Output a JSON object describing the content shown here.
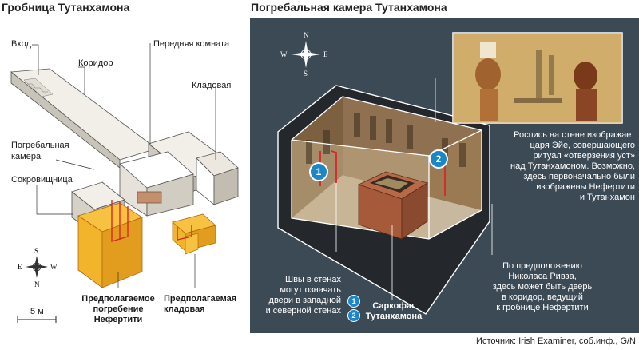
{
  "left": {
    "title": "Гробница Тутанхамона",
    "labels": {
      "entrance": "Вход",
      "corridor": "Коридор",
      "antechamber": "Передняя комната",
      "storeroom": "Кладовая",
      "burial_1": "Погребальная",
      "burial_2": "камера",
      "treasury": "Сокровищница",
      "nef_1": "Предполагаемое",
      "nef_2": "погребение",
      "nef_3": "Нефертити",
      "store2_1": "Предполагаемая",
      "store2_2": "кладовая",
      "scale": "5 м"
    },
    "compass": {
      "top": "S",
      "bottom": "N",
      "left": "E",
      "right": "W"
    }
  },
  "right": {
    "title": "Погребальная камера Тутанхамона",
    "compass": {
      "top": "N",
      "bottom": "S",
      "left": "W",
      "right": "E"
    },
    "markers": {
      "one": "1",
      "two": "2"
    },
    "mural_text": [
      "Роспись на стене изображает",
      "царя Эйе, совершающего",
      "ритуал «отверзения уст»",
      "над Тутанхамоном. Возможно,",
      "здесь первоначально были",
      "изображены Нефертити",
      "и Тутанхамон"
    ],
    "reeves_text": [
      "По предположению",
      "Николаса Ривза,",
      "здесь может быть дверь",
      "в коридор, ведущий",
      "к гробнице Нефертити"
    ],
    "seams_text": [
      "Швы в стенах",
      "могут означать",
      "двери в западной",
      "и северной стенах"
    ],
    "sarcophagus": [
      "Саркофаг",
      "Тутанхамона"
    ]
  },
  "source": "Источник: Irish Examiner, соб.инф., G/N",
  "colors": {
    "panel": "#3c4a56",
    "highlight": "#f2b42a",
    "highlight_dark": "#d8901a",
    "marker": "#1c86c6",
    "red_line": "#d8262a",
    "wall": "#8a6a44",
    "sarcophagus": "#a65a3a"
  }
}
